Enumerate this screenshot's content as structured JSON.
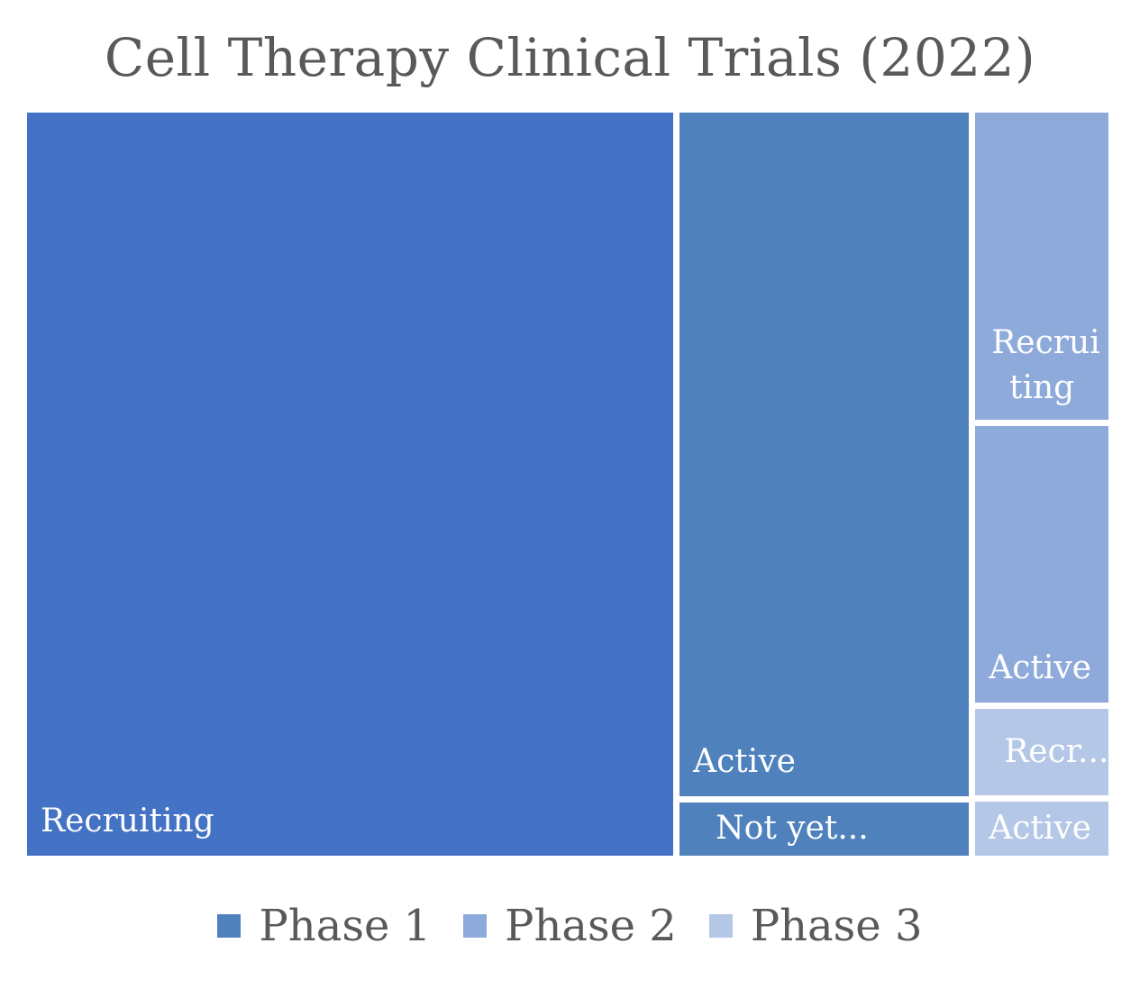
{
  "chart_data": {
    "type": "treemap",
    "title": "Cell Therapy Clinical Trials (2022)",
    "legend_position": "bottom",
    "series": [
      {
        "name": "Phase 1",
        "color": "#4f81bd",
        "tile_color": "#4472c4",
        "items": [
          {
            "label": "Recruiting",
            "display": "Recruiting",
            "value": 5886,
            "color": "#4472c4"
          },
          {
            "label": "Active",
            "display": "Active",
            "value": 2445,
            "color": "#4f81bd"
          },
          {
            "label": "Not yet recruiting",
            "display": "Not yet...",
            "value": 190,
            "color": "#4f81bd"
          }
        ]
      },
      {
        "name": "Phase 2",
        "color": "#8eaadb",
        "items": [
          {
            "label": "Recruiting",
            "display": "Recrui ting",
            "value": 514,
            "color": "#8eaadb"
          },
          {
            "label": "Active",
            "display": "Active",
            "value": 464,
            "color": "#8eaadb"
          }
        ]
      },
      {
        "name": "Phase 3",
        "color": "#b4c7e7",
        "items": [
          {
            "label": "Recruiting",
            "display": "Recr...",
            "value": 145,
            "color": "#b4c7e7"
          },
          {
            "label": "Active",
            "display": "Active",
            "value": 90,
            "color": "#b4c7e7"
          }
        ]
      }
    ]
  }
}
